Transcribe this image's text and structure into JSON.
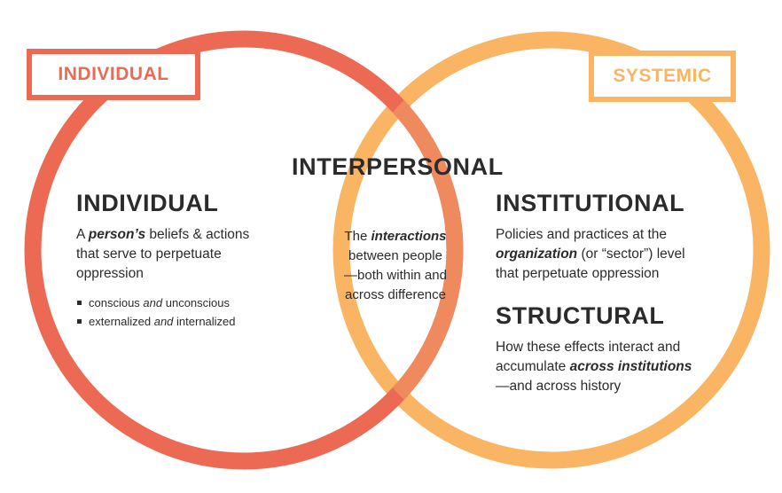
{
  "colors": {
    "individual": "#ec6a53",
    "systemic": "#f9b464",
    "overlap": "#ef8a5f",
    "text": "#2b2b2b"
  },
  "labels": {
    "individual_box": "INDIVIDUAL",
    "systemic_box": "SYSTEMIC"
  },
  "interpersonal": {
    "heading": "INTERPERSONAL",
    "lines": [
      [
        {
          "text": "The "
        },
        {
          "text": "interactions",
          "style": "bi"
        }
      ],
      [
        {
          "text": "between people"
        }
      ],
      [
        {
          "text": "—both within and"
        }
      ],
      [
        {
          "text": "across difference"
        }
      ]
    ]
  },
  "individual": {
    "heading": "INDIVIDUAL",
    "lines": [
      [
        {
          "text": "A "
        },
        {
          "text": "person’s",
          "style": "bi"
        },
        {
          "text": " beliefs & actions"
        }
      ],
      [
        {
          "text": "that serve to perpetuate"
        }
      ],
      [
        {
          "text": "oppression"
        }
      ]
    ],
    "bullets": [
      [
        {
          "text": "conscious "
        },
        {
          "text": "and",
          "style": "i"
        },
        {
          "text": " unconscious"
        }
      ],
      [
        {
          "text": "externalized "
        },
        {
          "text": "and",
          "style": "i"
        },
        {
          "text": " internalized"
        }
      ]
    ]
  },
  "institutional": {
    "heading": "INSTITUTIONAL",
    "lines": [
      [
        {
          "text": "Policies and practices at the"
        }
      ],
      [
        {
          "text": "organization",
          "style": "bi"
        },
        {
          "text": " (or “sector”) level"
        }
      ],
      [
        {
          "text": "that perpetuate oppression"
        }
      ]
    ]
  },
  "structural": {
    "heading": "STRUCTURAL",
    "lines": [
      [
        {
          "text": "How these effects interact and"
        }
      ],
      [
        {
          "text": "accumulate "
        },
        {
          "text": "across institutions",
          "style": "bi"
        }
      ],
      [
        {
          "text": "—and across history"
        }
      ]
    ]
  }
}
